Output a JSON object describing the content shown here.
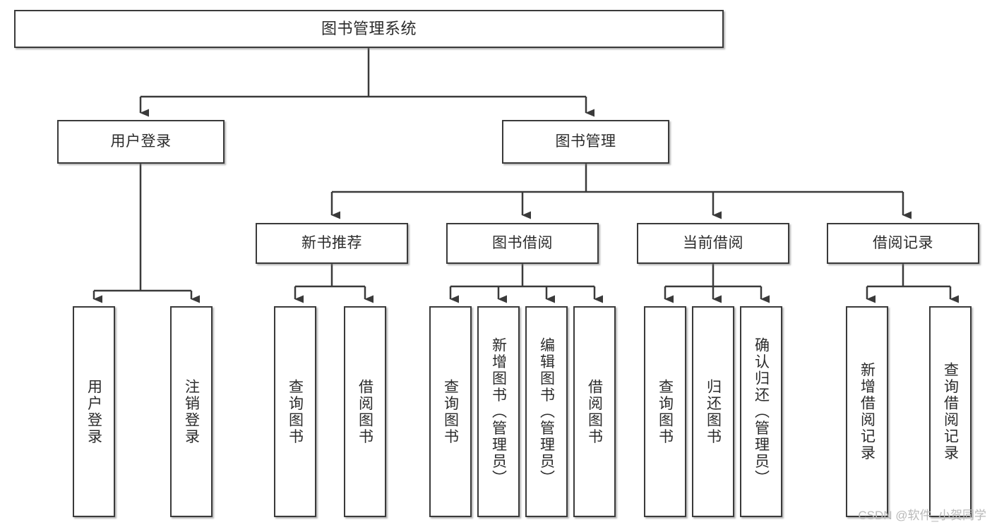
{
  "diagram": {
    "title": "图书管理系统",
    "type": "hierarchy-tree",
    "orientation": "top-down",
    "colors": {
      "background": "#ffffff",
      "box_fill": "#ffffff",
      "box_border": "#3a3a3a",
      "connector": "#3a3a3a",
      "text": "#2b2b2b",
      "watermark": "#b9b9b9"
    },
    "watermark": "CSDN @软件_小贺同学",
    "nodes": {
      "root": {
        "label": "图书管理系统"
      },
      "level1": [
        {
          "label": "用户登录"
        },
        {
          "label": "图书管理"
        }
      ],
      "level2": [
        {
          "label": "新书推荐"
        },
        {
          "label": "图书借阅"
        },
        {
          "label": "当前借阅"
        },
        {
          "label": "借阅记录"
        }
      ],
      "leaves": {
        "user_login": [
          {
            "label": "用户登录"
          },
          {
            "label": "注销登录"
          }
        ],
        "new_book_recommend": [
          {
            "label": "查询图书"
          },
          {
            "label": "借阅图书"
          }
        ],
        "book_borrow": [
          {
            "label": "查询图书"
          },
          {
            "label": "新增图书（管理员）"
          },
          {
            "label": "编辑图书（管理员）"
          },
          {
            "label": "借阅图书"
          }
        ],
        "current_borrow": [
          {
            "label": "查询图书"
          },
          {
            "label": "归还图书"
          },
          {
            "label": "确认归还（管理员）"
          }
        ],
        "borrow_record": [
          {
            "label": "新增借阅记录"
          },
          {
            "label": "查询借阅记录"
          }
        ]
      }
    }
  }
}
